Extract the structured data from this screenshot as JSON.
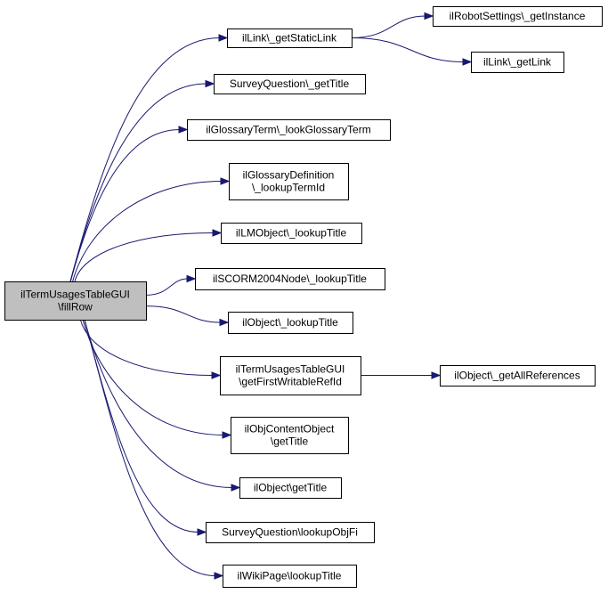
{
  "graph": {
    "nodes": [
      {
        "id": "root",
        "lines": [
          "ilTermUsagesTableGUI",
          "\\fillRow"
        ],
        "root": true
      },
      {
        "id": "getStaticLink",
        "lines": [
          "ilLink\\_getStaticLink"
        ]
      },
      {
        "id": "robotSettings",
        "lines": [
          "ilRobotSettings\\_getInstance"
        ]
      },
      {
        "id": "getLink",
        "lines": [
          "ilLink\\_getLink"
        ]
      },
      {
        "id": "surveyGetTitle",
        "lines": [
          "SurveyQuestion\\_getTitle"
        ]
      },
      {
        "id": "lookGlossaryTerm",
        "lines": [
          "ilGlossaryTerm\\_lookGlossaryTerm"
        ]
      },
      {
        "id": "lookupTermId",
        "lines": [
          "ilGlossaryDefinition",
          "\\_lookupTermId"
        ]
      },
      {
        "id": "lmLookupTitle",
        "lines": [
          "ilLMObject\\_lookupTitle"
        ]
      },
      {
        "id": "scormLookupTitle",
        "lines": [
          "ilSCORM2004Node\\_lookupTitle"
        ]
      },
      {
        "id": "objLookupTitle",
        "lines": [
          "ilObject\\_lookupTitle"
        ]
      },
      {
        "id": "firstWritable",
        "lines": [
          "ilTermUsagesTableGUI",
          "\\getFirstWritableRefId"
        ]
      },
      {
        "id": "getAllRefs",
        "lines": [
          "ilObject\\_getAllReferences"
        ]
      },
      {
        "id": "contentGetTitle",
        "lines": [
          "ilObjContentObject",
          "\\getTitle"
        ]
      },
      {
        "id": "objGetTitle",
        "lines": [
          "ilObject\\getTitle"
        ]
      },
      {
        "id": "lookupObjFi",
        "lines": [
          "SurveyQuestion\\lookupObjFi"
        ]
      },
      {
        "id": "wikiLookupTitle",
        "lines": [
          "ilWikiPage\\lookupTitle"
        ]
      }
    ],
    "edges": [
      {
        "from": "root",
        "to": "getStaticLink"
      },
      {
        "from": "root",
        "to": "surveyGetTitle"
      },
      {
        "from": "root",
        "to": "lookGlossaryTerm"
      },
      {
        "from": "root",
        "to": "lookupTermId"
      },
      {
        "from": "root",
        "to": "lmLookupTitle"
      },
      {
        "from": "root",
        "to": "scormLookupTitle"
      },
      {
        "from": "root",
        "to": "objLookupTitle"
      },
      {
        "from": "root",
        "to": "firstWritable"
      },
      {
        "from": "root",
        "to": "contentGetTitle"
      },
      {
        "from": "root",
        "to": "objGetTitle"
      },
      {
        "from": "root",
        "to": "lookupObjFi"
      },
      {
        "from": "root",
        "to": "wikiLookupTitle"
      },
      {
        "from": "getStaticLink",
        "to": "robotSettings"
      },
      {
        "from": "getStaticLink",
        "to": "getLink"
      },
      {
        "from": "firstWritable",
        "to": "getAllRefs"
      }
    ],
    "colors": {
      "edge": "#191970",
      "root_fill": "#bfbfbf",
      "node_fill": "#ffffff"
    }
  }
}
